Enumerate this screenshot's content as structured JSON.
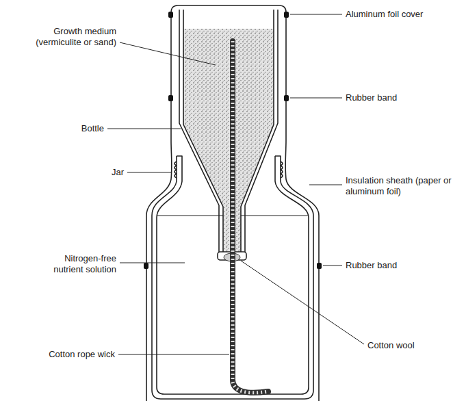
{
  "diagram": {
    "labels": [
      "Aluminum foil cover",
      "Growth medium (vermiculite or sand)",
      "Rubber band",
      "Bottle",
      "Insulation sheath (paper or aluminum foil)",
      "Jar",
      "Rubber band",
      "Nitrogen-free nutrient solution",
      "Cotton rope wick",
      "Cotton wool"
    ]
  }
}
